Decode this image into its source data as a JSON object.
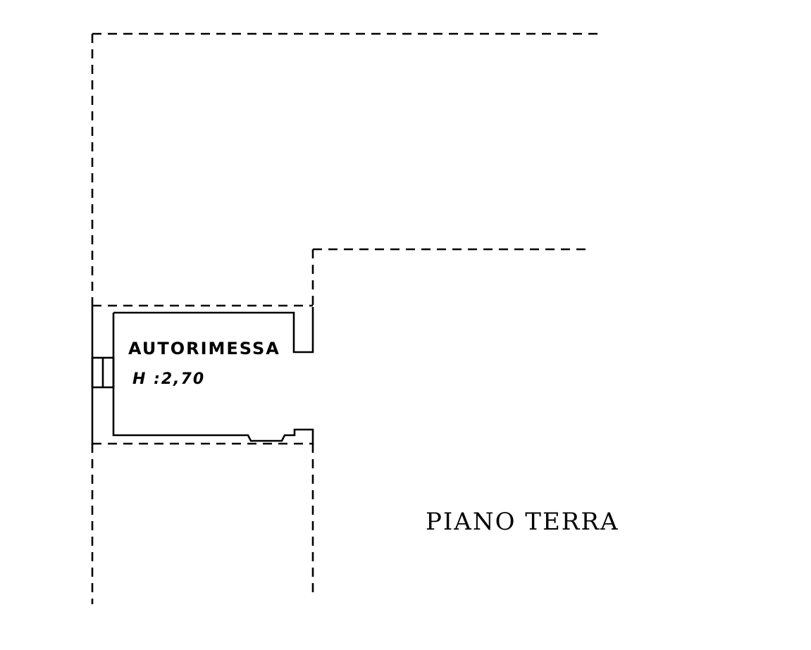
{
  "plan": {
    "floor_title": "PIANO TERRA",
    "room": {
      "name": "AUTORIMESSA",
      "height": "H :2,70"
    }
  }
}
